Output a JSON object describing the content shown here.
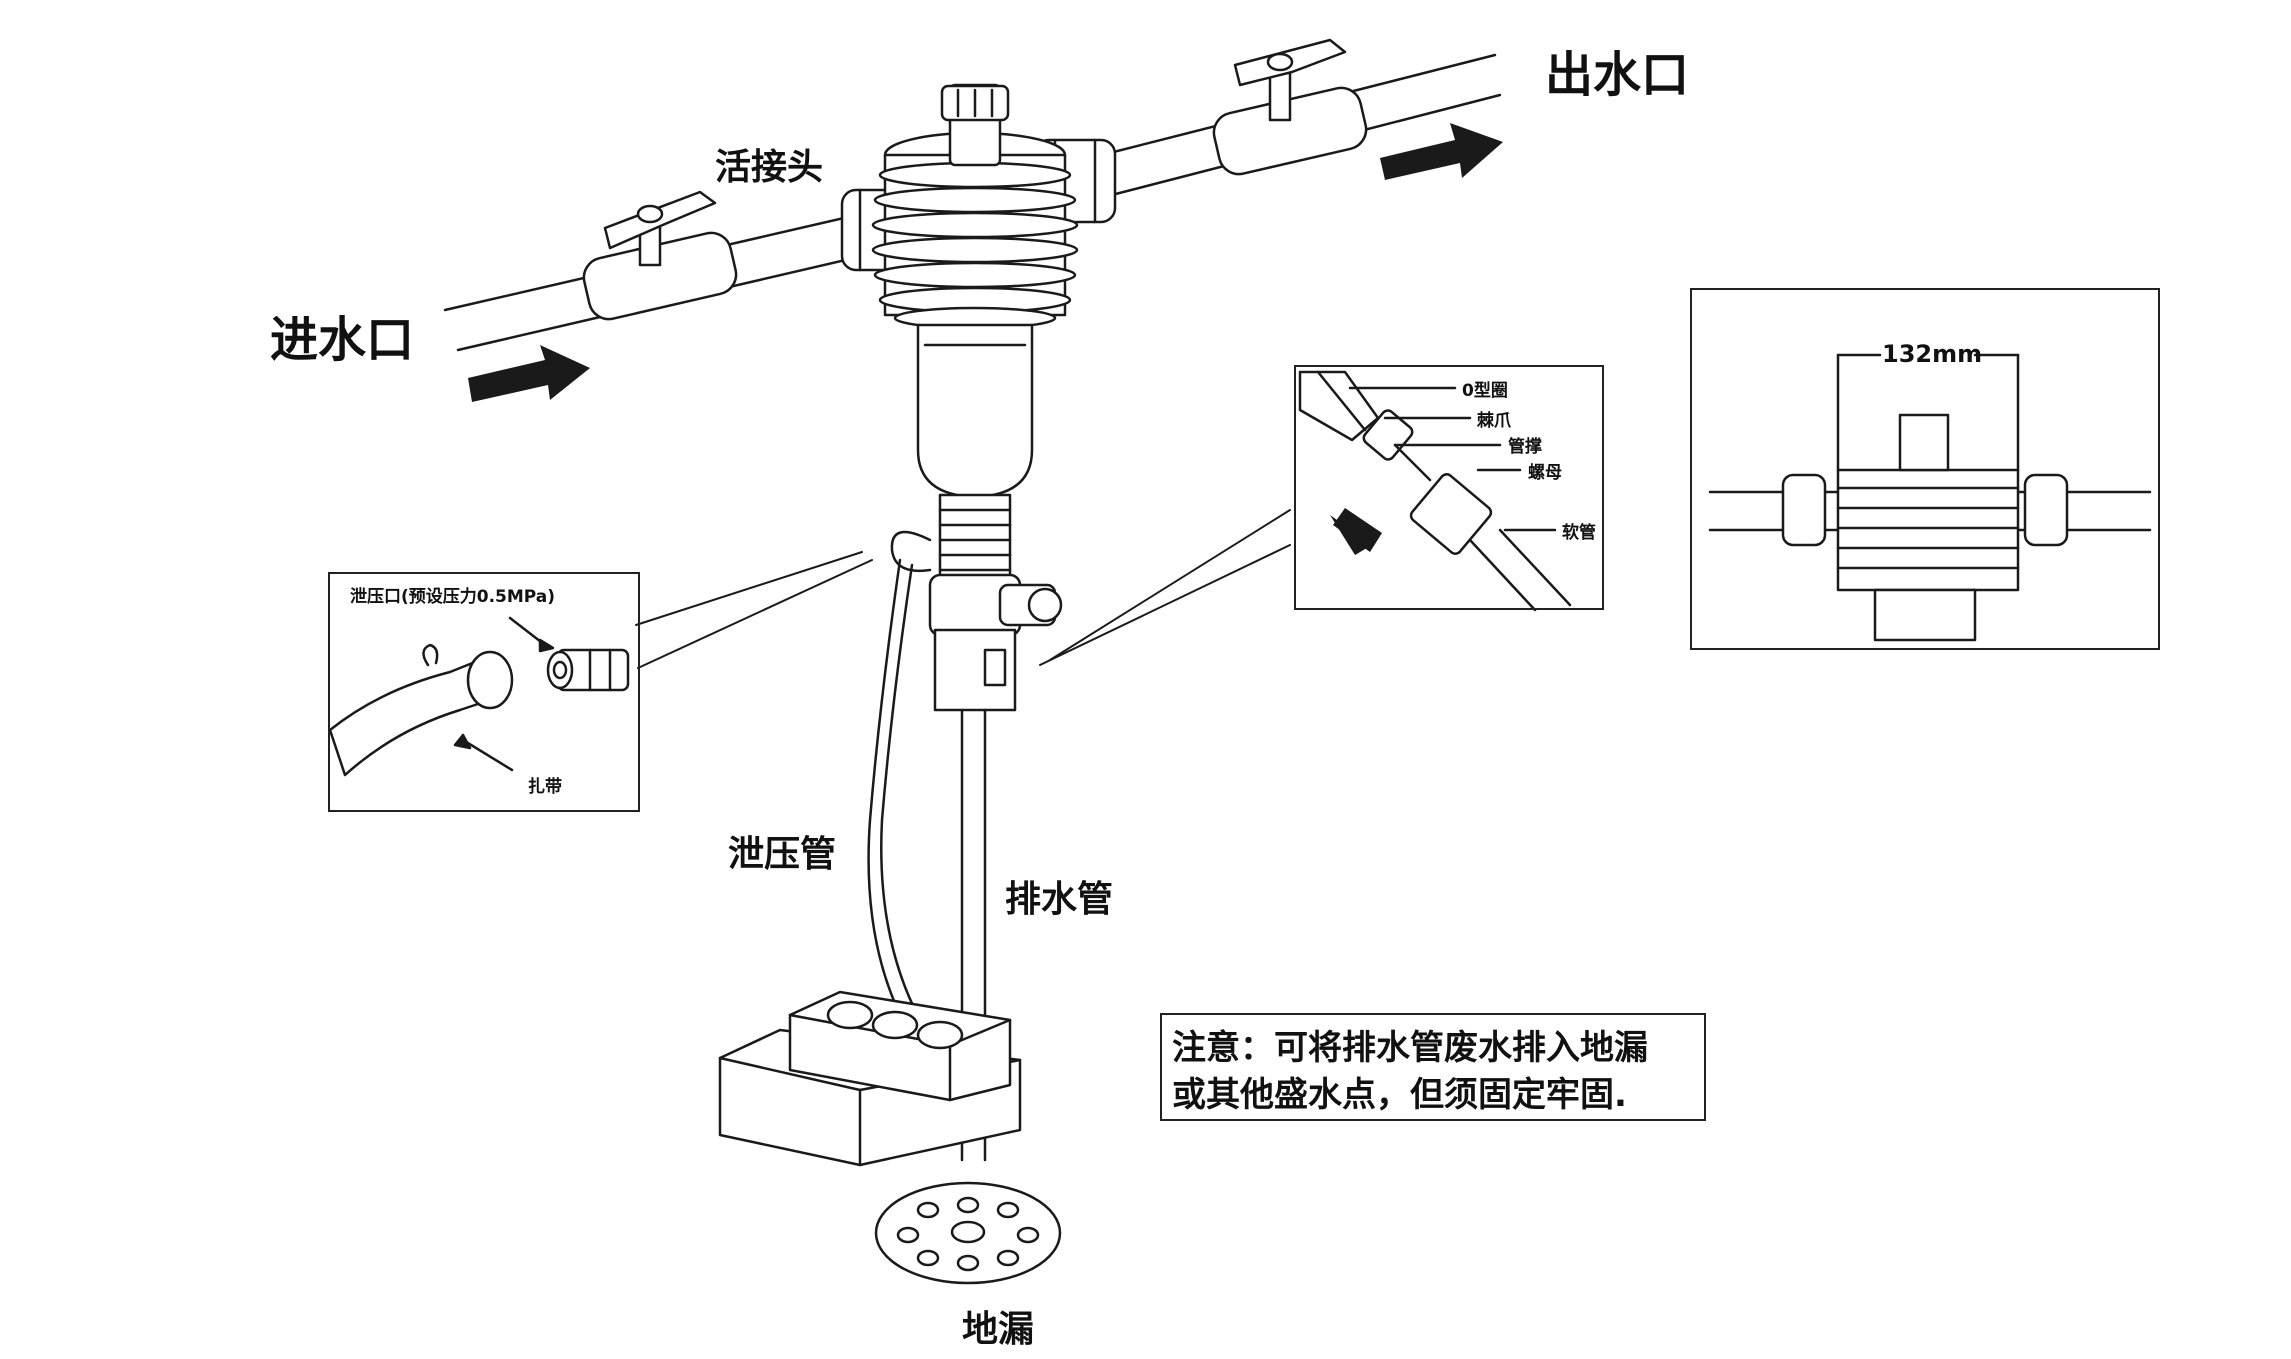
{
  "labels": {
    "inlet": "进水口",
    "outlet": "出水口",
    "union": "活接头",
    "relief_tube": "泄压管",
    "drain_pipe": "排水管",
    "floor_drain": "地漏"
  },
  "relief_inset": {
    "port_label": "泄压口(预设压力0.5MPa)",
    "strap_label": "扎带"
  },
  "hose_inset": {
    "o_ring": "0型圈",
    "claw": "棘爪",
    "pipe_support": "管撑",
    "nut": "螺母",
    "hose": "软管"
  },
  "dimension_inset": {
    "width_label": "132mm"
  },
  "note": {
    "line1": "注意：可将排水管废水排入地漏",
    "line2": "或其他盛水点，但须固定牢固."
  }
}
